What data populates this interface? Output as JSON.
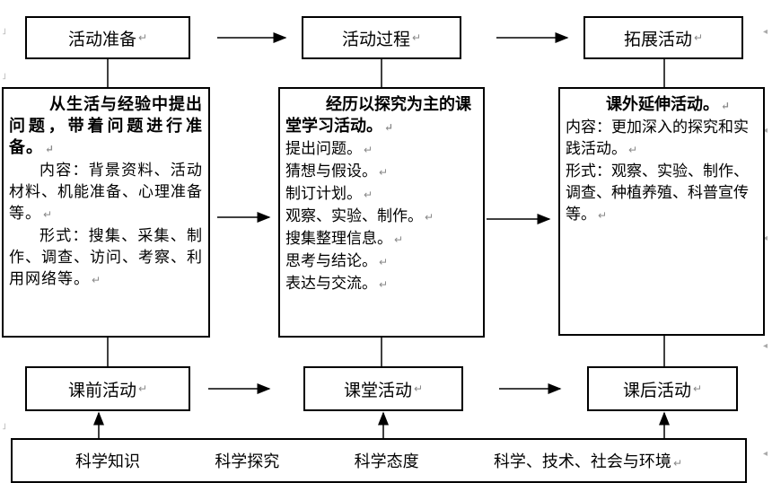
{
  "ret_mark": "↵",
  "top_row": {
    "prep": "活动准备",
    "process": "活动过程",
    "extend": "拓展活动"
  },
  "bottom_row": {
    "pre": "课前活动",
    "in_class": "课堂活动",
    "post": "课后活动"
  },
  "left_box": {
    "heading": "从生活与经验中提出问题，带着问题进行准备。",
    "content": "内容：背景资料、活动材料、机能准备、心理准备等。",
    "form": "形式：搜集、采集、制作、调查、访问、考察、利用网络等。"
  },
  "middle_box": {
    "heading": "经历以探究为主的课堂学习活动。",
    "items": [
      "提出问题。",
      "猜想与假设。",
      "制订计划。",
      "观察、实验、制作。",
      "搜集整理信息。",
      "思考与结论。",
      "表达与交流。"
    ]
  },
  "right_box": {
    "heading": "课外延伸活动。",
    "content": "内容：更加深入的探究和实践活动。",
    "form": "形式：观察、实验、制作、调查、种植养殖、科普宣传等。"
  },
  "foundation": {
    "items": [
      "科学知识",
      "科学探究",
      "科学态度",
      "科学、技术、社会与环境"
    ]
  }
}
